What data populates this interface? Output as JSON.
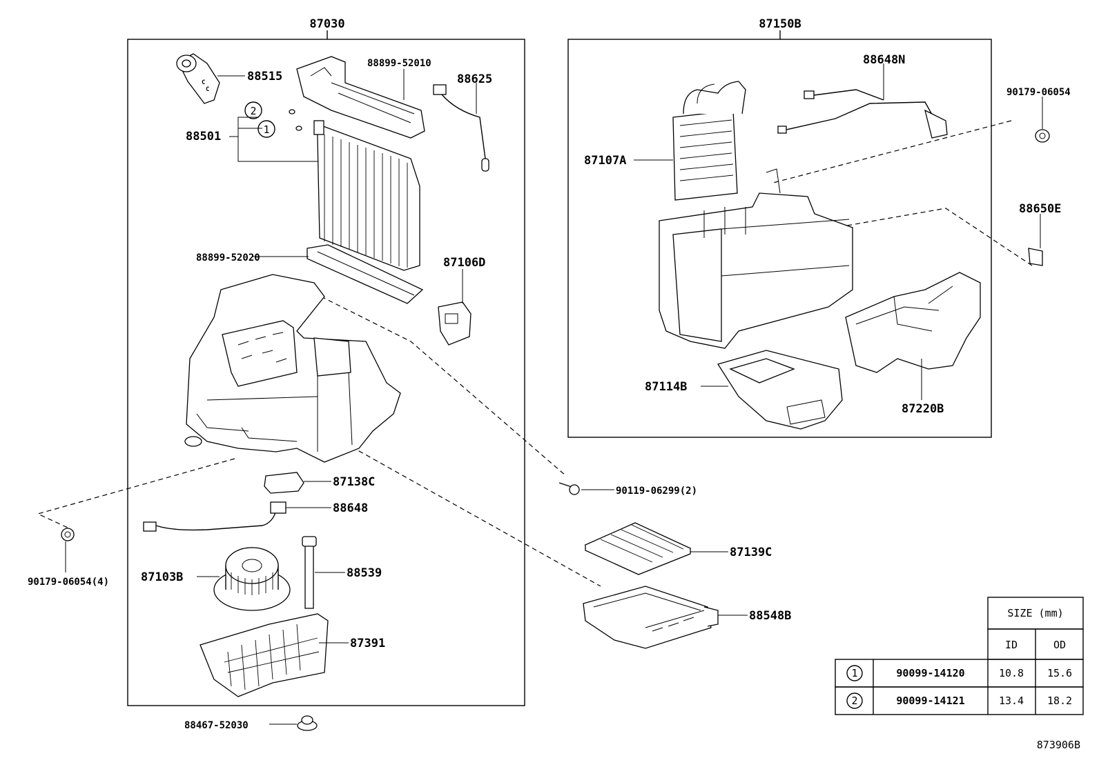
{
  "diagram_code": "873906B",
  "assemblies": {
    "left": "87030",
    "right": "87150B"
  },
  "labels": {
    "p88515": "88515",
    "p88899_52010": "88899-52010",
    "p88625": "88625",
    "p88501": "88501",
    "p88899_52020": "88899-52020",
    "p87106D": "87106D",
    "p87138C": "87138C",
    "p88648": "88648",
    "p88539": "88539",
    "p87103B": "87103B",
    "p87391": "87391",
    "p88467_52030": "88467-52030",
    "p90179_06054_4": "90179-06054(4)",
    "p88648N": "88648N",
    "p87107A": "87107A",
    "p90179_06054": "90179-06054",
    "p88650E": "88650E",
    "p87114B": "87114B",
    "p87220B": "87220B",
    "p90119_06299": "90119-06299(2)",
    "p87139C": "87139C",
    "p88548B": "88548B"
  },
  "callouts": {
    "c1": "1",
    "c2": "2"
  },
  "size_table": {
    "header": "SIZE (mm)",
    "col_id": "ID",
    "col_od": "OD",
    "rows": [
      {
        "mark": "1",
        "part": "90099-14120",
        "id": "10.8",
        "od": "15.6"
      },
      {
        "mark": "2",
        "part": "90099-14121",
        "id": "13.4",
        "od": "18.2"
      }
    ]
  }
}
